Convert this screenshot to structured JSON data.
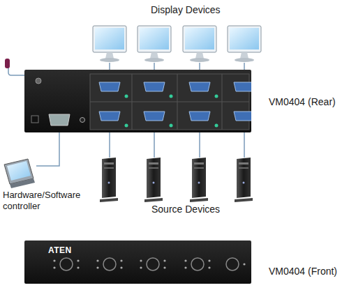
{
  "diagram": {
    "nodes": [
      {
        "text": [
          "VM0404 (Rear)"
        ]
      },
      {
        "text": [
          "ATEN",
          "VM0404 (Front)"
        ]
      },
      {
        "text": [
          "Hardware/Software controller"
        ]
      }
    ],
    "edges": [
      {
        "from": 2,
        "to": 0,
        "arrow": "none"
      }
    ],
    "labels": [
      "Display Devices",
      "Source Devices"
    ]
  }
}
